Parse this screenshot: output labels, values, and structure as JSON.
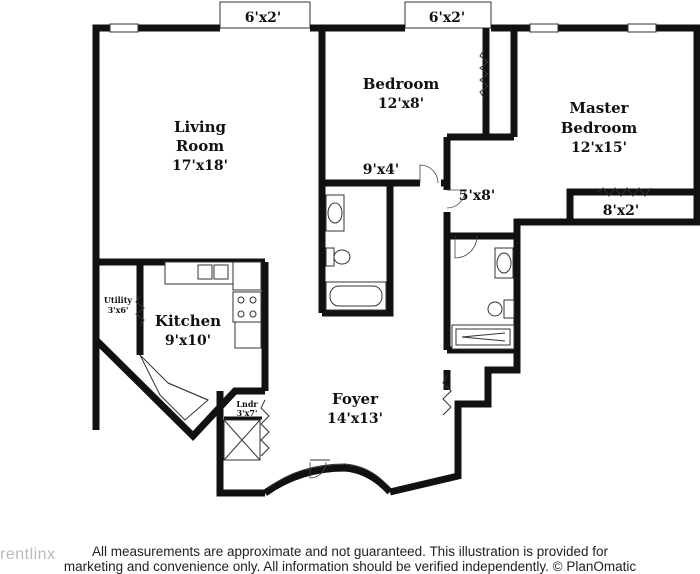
{
  "floor_plan": {
    "rooms": [
      {
        "id": "living",
        "name": "Living Room",
        "name_lines": [
          "Living",
          "Room"
        ],
        "dims": "17'x18'"
      },
      {
        "id": "bedroom",
        "name": "Bedroom",
        "name_lines": [
          "Bedroom"
        ],
        "dims": "12'x8'"
      },
      {
        "id": "master",
        "name": "Master Bedroom",
        "name_lines": [
          "Master",
          "Bedroom"
        ],
        "dims": "12'x15'"
      },
      {
        "id": "kitchen",
        "name": "Kitchen",
        "name_lines": [
          "Kitchen"
        ],
        "dims": "9'x10'"
      },
      {
        "id": "foyer",
        "name": "Foyer",
        "name_lines": [
          "Foyer"
        ],
        "dims": "14'x13'"
      },
      {
        "id": "utility",
        "name": "Utility",
        "name_lines": [
          "Utility"
        ],
        "dims": "3'x6'"
      },
      {
        "id": "laundry",
        "name": "Lndr",
        "name_lines": [
          "Lndr"
        ],
        "dims": "3'x7'"
      }
    ],
    "closets": [
      {
        "id": "balcony-left",
        "dims": "6'x2'"
      },
      {
        "id": "balcony-right",
        "dims": "6'x2'"
      },
      {
        "id": "hall-closet",
        "dims": "9'x4'"
      },
      {
        "id": "walk-in",
        "dims": "5'x8'"
      },
      {
        "id": "master-closet",
        "dims": "8'x2'"
      }
    ]
  },
  "footer": {
    "disclaimer_line1": "All measurements are approximate and not guaranteed. This illustration is provided for",
    "disclaimer_line2": "marketing and convenience only. All information should be verified independently. © PlanOmatic",
    "watermark": "rentlinx"
  }
}
